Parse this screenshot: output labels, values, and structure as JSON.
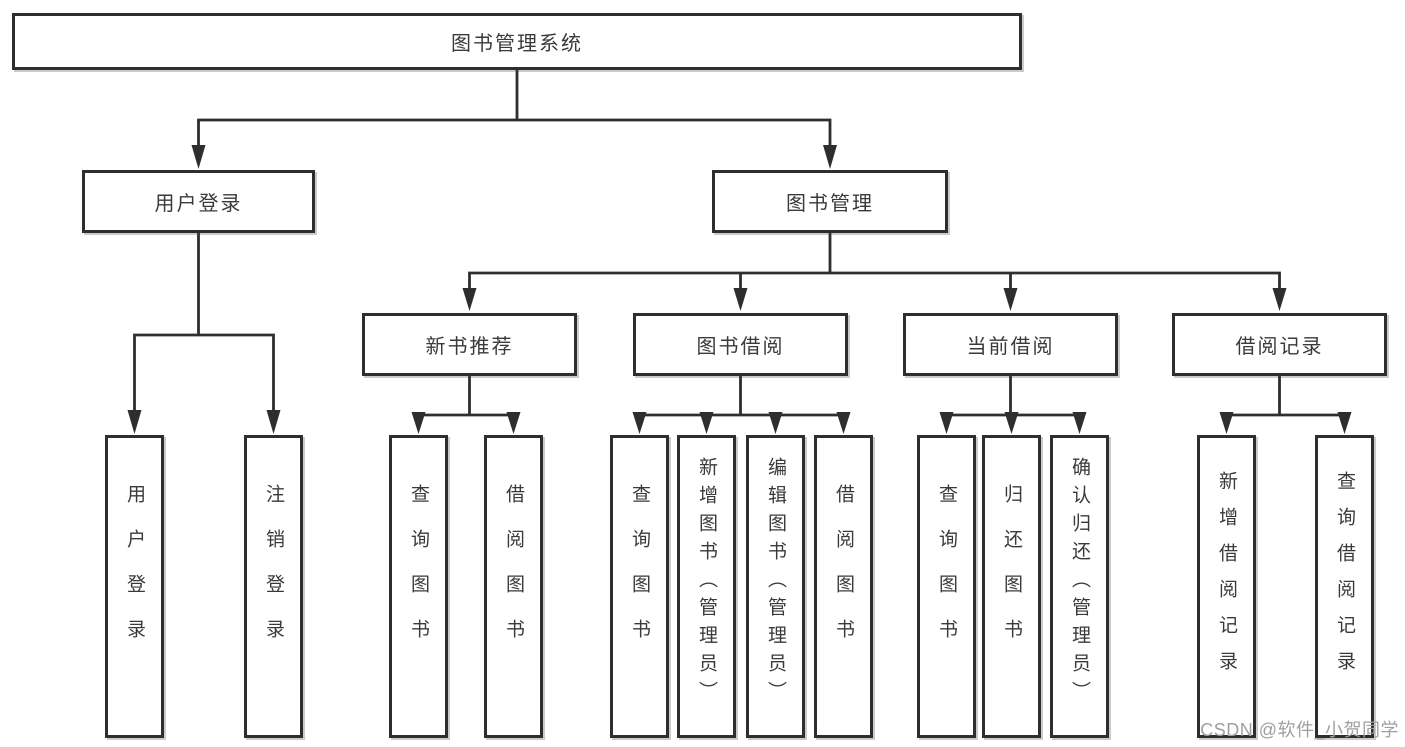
{
  "tree": {
    "label": "图书管理系统",
    "children": [
      {
        "label": "用户登录",
        "children": [
          {
            "label": "用户登录"
          },
          {
            "label": "注销登录"
          }
        ]
      },
      {
        "label": "图书管理",
        "children": [
          {
            "label": "新书推荐",
            "children": [
              {
                "label": "查询图书"
              },
              {
                "label": "借阅图书"
              }
            ]
          },
          {
            "label": "图书借阅",
            "children": [
              {
                "label": "查询图书"
              },
              {
                "label": "新增图书（管理员）"
              },
              {
                "label": "编辑图书（管理员）"
              },
              {
                "label": "借阅图书"
              }
            ]
          },
          {
            "label": "当前借阅",
            "children": [
              {
                "label": "查询图书"
              },
              {
                "label": "归还图书"
              },
              {
                "label": "确认归还（管理员）"
              }
            ]
          },
          {
            "label": "借阅记录",
            "children": [
              {
                "label": "新增借阅记录"
              },
              {
                "label": "查询借阅记录"
              }
            ]
          }
        ]
      }
    ]
  },
  "watermark": {
    "text": "CSDN @软件_小贺同学"
  },
  "colors": {
    "line": "#2e2e2e",
    "box_border": "#2e2e2e",
    "box_fill": "#ffffff",
    "text": "#3a3a3a",
    "watermark_text": "#9f9f9f"
  }
}
